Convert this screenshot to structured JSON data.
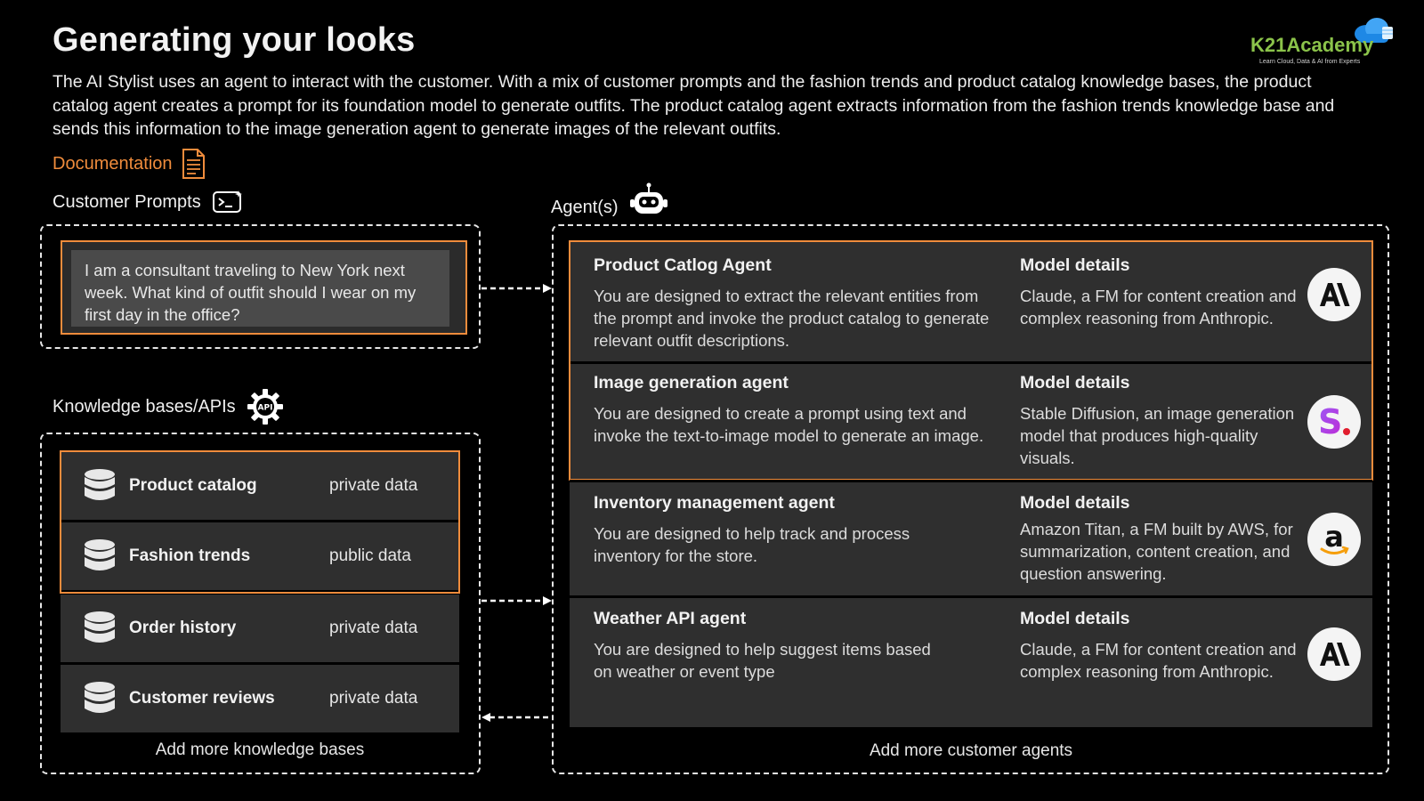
{
  "page": {
    "title": "Generating your looks",
    "intro": "The AI Stylist uses an agent to interact with the customer. With a mix of customer prompts and the fashion trends and product catalog knowledge bases, the product catalog agent creates a prompt for its foundation model to generate outfits. The product catalog agent extracts information from the fashion trends knowledge base and sends this information to the image generation agent to generate images of the relevant outfits.",
    "documentation_label": "Documentation"
  },
  "brand": {
    "name": "K21Academy",
    "tagline": "Learn Cloud, Data & AI from Experts",
    "color": "#8bc34a"
  },
  "colors": {
    "accent": "#f08c3c",
    "background": "#000000",
    "card": "#2f2f2f",
    "prompt_box": "#4a4a4a"
  },
  "customer_prompts": {
    "label": "Customer Prompts",
    "icon": "terminal-prompt-icon",
    "prompt_text": "I am a consultant traveling to New York next week. What kind of outfit should I wear on my first day in the office?"
  },
  "knowledge_bases": {
    "label": "Knowledge bases/APIs",
    "icon": "api-gear-icon",
    "items": [
      {
        "name": "Product catalog",
        "type": "private data",
        "highlighted": true
      },
      {
        "name": "Fashion trends",
        "type": "public data",
        "highlighted": true
      },
      {
        "name": "Order history",
        "type": "private data",
        "highlighted": false
      },
      {
        "name": "Customer reviews",
        "type": "private data",
        "highlighted": false
      }
    ],
    "add_more": "Add more knowledge bases"
  },
  "agents": {
    "label": "Agent(s)",
    "icon": "robot-icon",
    "items": [
      {
        "name": "Product Catlog Agent",
        "description": "You are designed to extract the relevant entities from the prompt and invoke the product catalog to generate relevant outfit descriptions.",
        "model_title": "Model details",
        "model_description": "Claude, a FM for content creation and complex reasoning from Anthropic.",
        "model_logo": "anthropic-logo-icon",
        "highlighted": true
      },
      {
        "name": "Image generation agent",
        "description": "You are designed to create a prompt using text and invoke the text-to-image model to generate an image.",
        "model_title": "Model details",
        "model_description": "Stable Diffusion, an image generation model that produces high-quality visuals.",
        "model_logo": "stability-ai-logo-icon",
        "highlighted": true
      },
      {
        "name": "Inventory management agent",
        "description": "You are designed to help track and process inventory for the store.",
        "model_title": "Model details",
        "model_description": "Amazon Titan, a FM built by AWS, for summarization, content creation, and question answering.",
        "model_logo": "amazon-logo-icon",
        "highlighted": false
      },
      {
        "name": "Weather API agent",
        "description": "You are designed to help suggest items based on weather or event type",
        "model_title": "Model details",
        "model_description": "Claude, a FM for content creation and complex reasoning from Anthropic.",
        "model_logo": "anthropic-logo-icon",
        "highlighted": false
      }
    ],
    "add_more": "Add more customer agents"
  }
}
